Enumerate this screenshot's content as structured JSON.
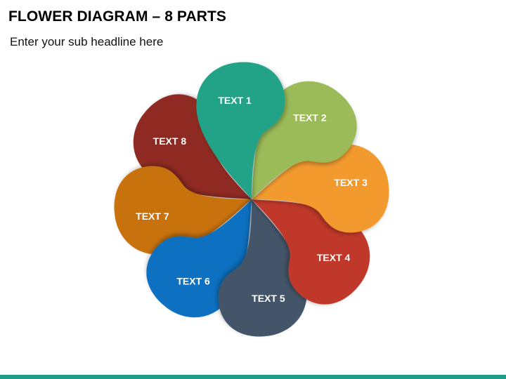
{
  "header": {
    "title": "FLOWER DIAGRAM – 8 PARTS",
    "subtitle": "Enter your sub headline here"
  },
  "petals": [
    {
      "label": "TEXT 1",
      "color": "#21A286"
    },
    {
      "label": "TEXT 2",
      "color": "#9BBB59"
    },
    {
      "label": "TEXT 3",
      "color": "#F29A2E"
    },
    {
      "label": "TEXT 4",
      "color": "#C0392B"
    },
    {
      "label": "TEXT 5",
      "color": "#445469"
    },
    {
      "label": "TEXT 6",
      "color": "#0E70C0"
    },
    {
      "label": "TEXT 7",
      "color": "#C8720C"
    },
    {
      "label": "TEXT 8",
      "color": "#8E2A24"
    }
  ],
  "footer": {
    "bar_color": "#1E9C8A"
  }
}
